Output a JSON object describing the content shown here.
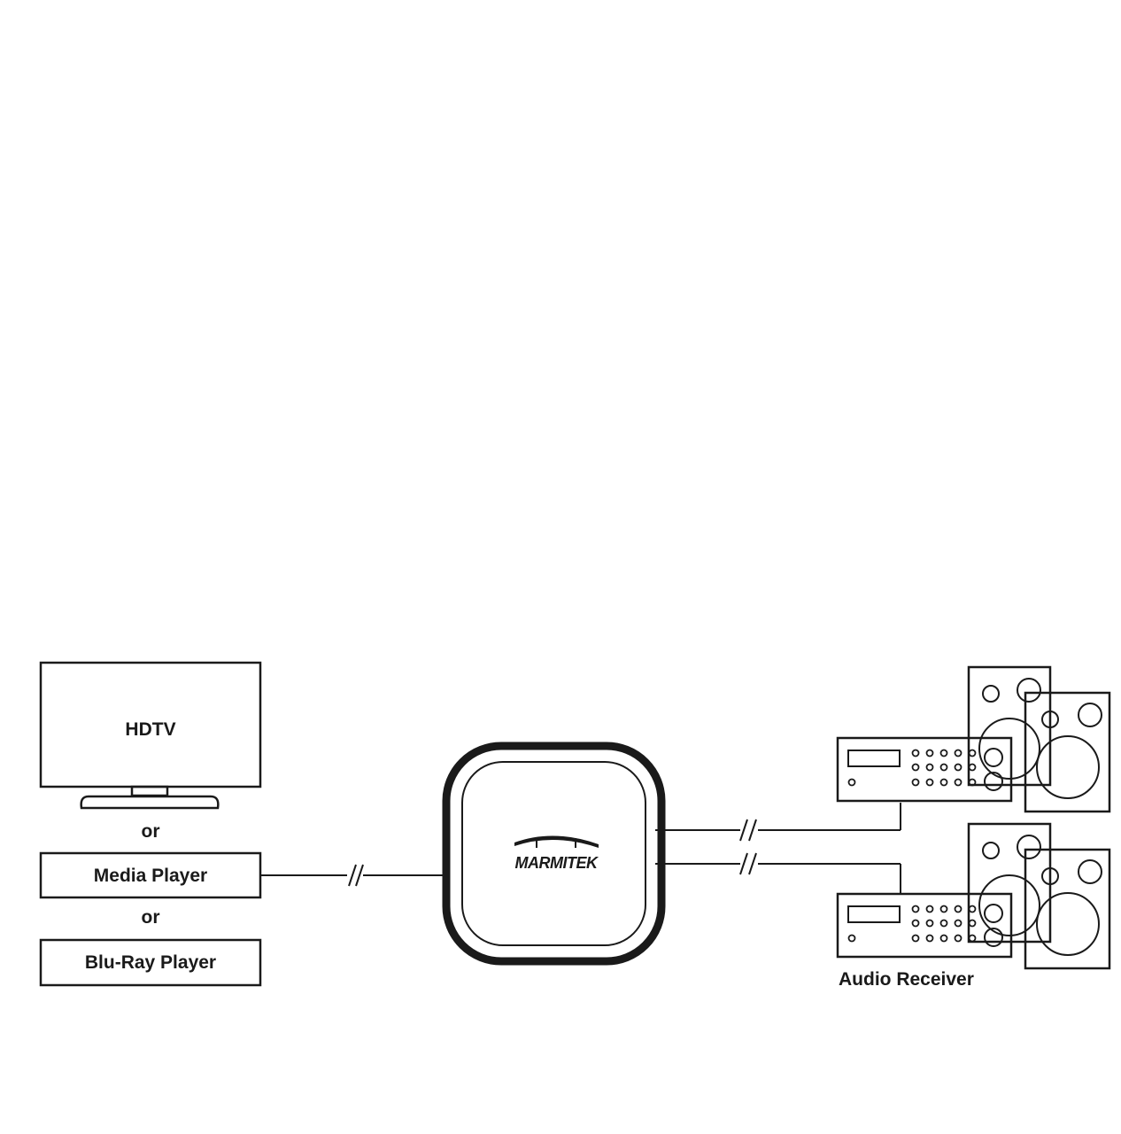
{
  "sources": {
    "tv_label": "HDTV",
    "or_1": "or",
    "media_player_label": "Media Player",
    "or_2": "or",
    "bluray_label": "Blu-Ray Player"
  },
  "hub": {
    "brand": "MARMITEK"
  },
  "outputs": {
    "receiver_label": "Audio Receiver"
  }
}
